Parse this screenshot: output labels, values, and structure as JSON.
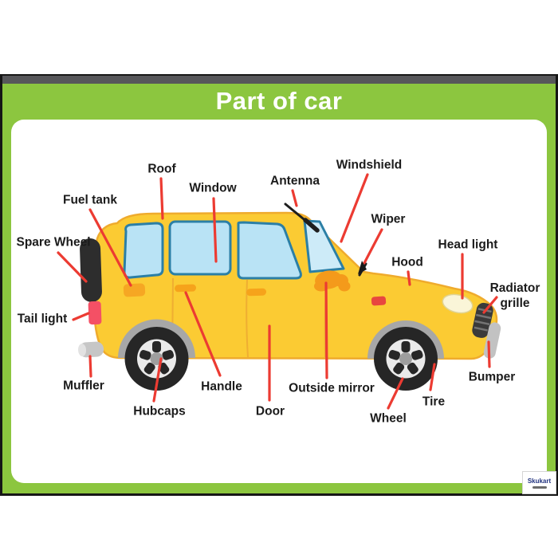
{
  "title": "Part of car",
  "labels": [
    {
      "id": "roof",
      "text": "Roof"
    },
    {
      "id": "fuel_tank",
      "text": "Fuel tank"
    },
    {
      "id": "window",
      "text": "Window"
    },
    {
      "id": "antenna",
      "text": "Antenna"
    },
    {
      "id": "windshield",
      "text": "Windshield"
    },
    {
      "id": "wiper",
      "text": "Wiper"
    },
    {
      "id": "hood",
      "text": "Hood"
    },
    {
      "id": "head_light",
      "text": "Head light"
    },
    {
      "id": "spare_wheel",
      "text": "Spare Wheel"
    },
    {
      "id": "radiator_grille",
      "text": "Radiator grille"
    },
    {
      "id": "tail_light",
      "text": "Tail light"
    },
    {
      "id": "muffler",
      "text": "Muffler"
    },
    {
      "id": "handle",
      "text": "Handle"
    },
    {
      "id": "hubcaps",
      "text": "Hubcaps"
    },
    {
      "id": "door",
      "text": "Door"
    },
    {
      "id": "outside_mirror",
      "text": "Outside mirror"
    },
    {
      "id": "bumper",
      "text": "Bumper"
    },
    {
      "id": "wheel",
      "text": "Wheel"
    },
    {
      "id": "tire",
      "text": "Tire"
    }
  ],
  "logo": {
    "text": "Skukart"
  },
  "colors": {
    "frame_green": "#8CC63F",
    "top_bar_gray": "#57575A",
    "leader_red": "#EC3B32",
    "car_yellow": "#FBCB33",
    "window_blue": "#B9E3F5",
    "windshield_blue": "#CDEBF8",
    "title_text": "#FFFFFF",
    "label_text": "#1B1B1B"
  }
}
